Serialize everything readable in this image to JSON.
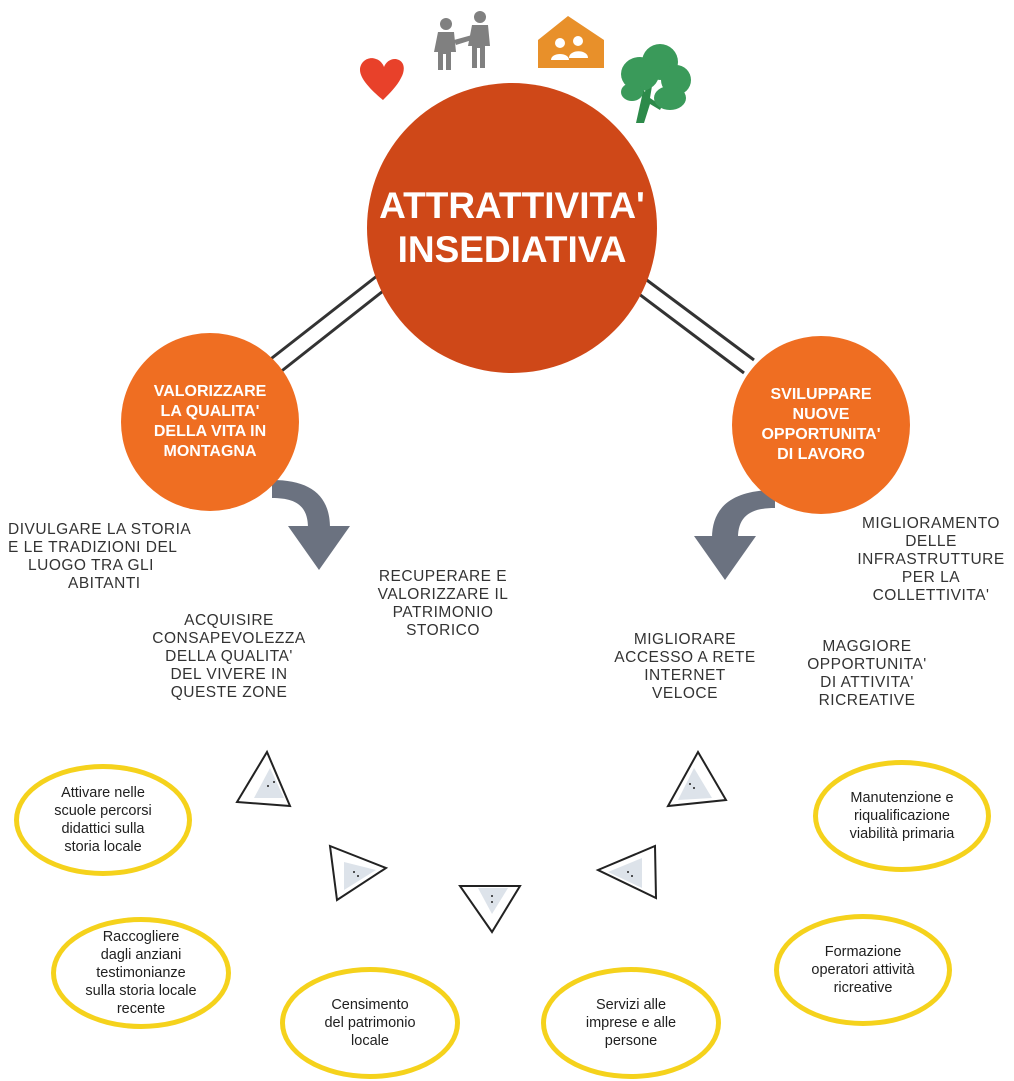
{
  "central": {
    "title_line1": "ATTRATTIVITA'",
    "title_line2": "INSEDIATIVA",
    "color": "#cf4818"
  },
  "icons": [
    "heart-icon",
    "people-icon",
    "home-group-icon",
    "tree-icon"
  ],
  "left_goal": {
    "lines": [
      "VALORIZZARE",
      "LA QUALITA'",
      "DELLA VITA IN",
      "MONTAGNA"
    ],
    "color": "#ef6e22"
  },
  "right_goal": {
    "lines": [
      "SVILUPPARE",
      "NUOVE",
      "OPPORTUNITA'",
      "DI LAVORO"
    ],
    "color": "#ef6e22"
  },
  "left_objectives": {
    "divulgare": [
      "DIVULGARE LA STORIA",
      "E LE TRADIZIONI DEL",
      "LUOGO TRA GLI",
      "ABITANTI"
    ],
    "recuperare": [
      "RECUPERARE E",
      "VALORIZZARE IL",
      "PATRIMONIO STORICO"
    ],
    "acquisire": [
      "ACQUISIRE",
      "CONSAPEVOLEZZA",
      "DELLA QUALITA'",
      "DEL VIVERE IN",
      "QUESTE ZONE"
    ]
  },
  "right_objectives": {
    "miglioramento": [
      "MIGLIORAMENTO",
      "DELLE",
      "INFRASTRUTTURE",
      "PER LA",
      "COLLETTIVITA'"
    ],
    "internet": [
      "MIGLIORARE",
      "ACCESSO A RETE",
      "INTERNET",
      "VELOCE"
    ],
    "ricreative": [
      "MAGGIORE",
      "OPPORTUNITA'",
      "DI ATTIVITA'",
      "RICREATIVE"
    ]
  },
  "actions": {
    "scuole": [
      "Attivare nelle",
      "scuole percorsi",
      "didattici sulla",
      "storia locale"
    ],
    "anziani": [
      "Raccogliere",
      "dagli anziani",
      "testimonianze",
      "sulla storia locale",
      "recente"
    ],
    "censimento": [
      "Censimento",
      "del patrimonio",
      "locale"
    ],
    "servizi": [
      "Servizi alle",
      "imprese e alle",
      "persone"
    ],
    "formazione": [
      "Formazione",
      "operatori attività",
      "ricreative"
    ],
    "manutenzione": [
      "Manutenzione e",
      "riqualificazione",
      "viabilità primaria"
    ]
  },
  "colors": {
    "ellipse_border": "#f5d21c",
    "arrow": "#6b7280",
    "triangle_fill": "#dde3ea",
    "heart": "#e8412a",
    "people": "#808080",
    "home": "#e8902a",
    "tree": "#3a9a5a"
  }
}
